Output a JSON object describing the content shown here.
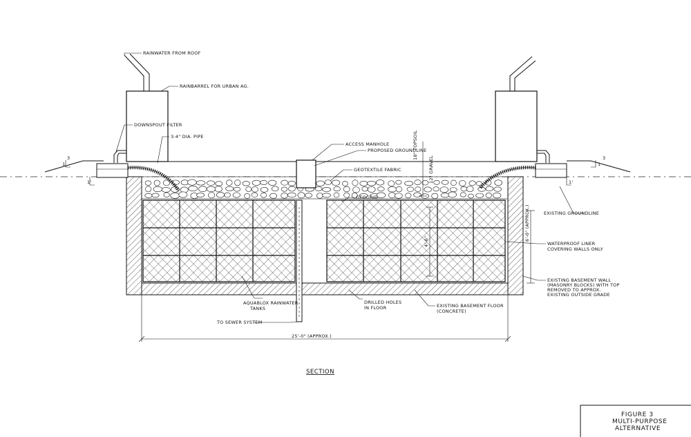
{
  "labels": {
    "rainwater_from_roof": "RAINWATER FROM ROOF",
    "rainbarrel": "RAINBARREL FOR URBAN AG.",
    "downspout_filter": "DOWNSPOUT FILTER",
    "dia_pipe": "3-4\" DIA. PIPE",
    "access_manhole": "ACCESS MANHOLE",
    "proposed_groundline": "PROPOSED GROUNDLINE",
    "geotextile_fabric": "GEOTEXTILE FABRIC",
    "geogrid": "GEOGRID",
    "topsoil": "18\" TOPSOIL",
    "gravel": "12\" GRAVEL",
    "existing_groundline": "EXISTING GROUNDLINE",
    "waterproof_liner_1": "WATERPROOF LINER",
    "waterproof_liner_2": "COVERING WALLS ONLY",
    "basement_wall_1": "EXISTING BASEMENT WALL",
    "basement_wall_2": "(MASONRY BLOCKS) WITH TOP",
    "basement_wall_3": "REMOVED TO APPROX.",
    "basement_wall_4": "EXISTING OUTSIDE GRADE",
    "aquablox_1": "AQUABLOX RAINWATER",
    "aquablox_2": "TANKS",
    "drilled_holes_1": "DRILLED HOLES",
    "drilled_holes_2": "IN FLOOR",
    "basement_floor_1": "EXISTING BASEMENT FLOOR",
    "basement_floor_2": "(CONCRETE)",
    "to_sewer": "TO SEWER SYSTEM",
    "dim_width": "25'-0\" (APPROX.)",
    "dim_height": "6'-0\" (APPROX.)",
    "dim_inner": "4'-6\"",
    "slope_left_1": "1",
    "slope_left_3": "3",
    "slope_right_1": "1",
    "slope_right_3": "3",
    "small_dim_left": "1'",
    "small_dim_right": "1'",
    "section_title": "SECTION",
    "figure_1": "FIGURE 3",
    "figure_2": "MULTI-PURPOSE",
    "figure_3": "ALTERNATIVE"
  }
}
